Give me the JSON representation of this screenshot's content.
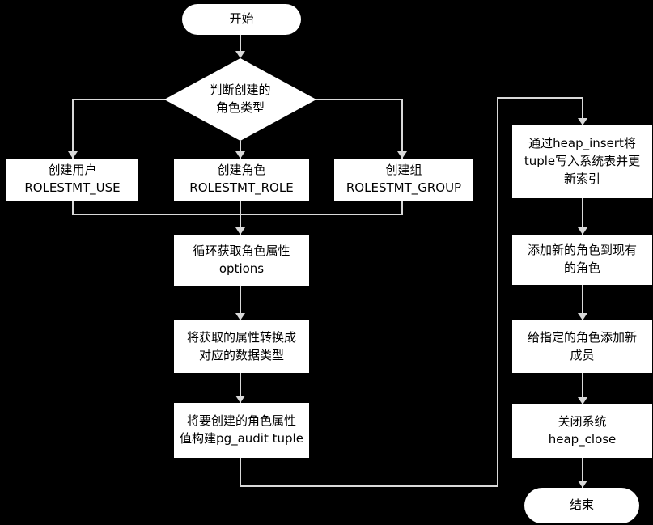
{
  "colors": {
    "background": "#000000",
    "node_fill": "#ffffff",
    "node_text": "#000000",
    "connector": "#d9d9d9"
  },
  "nodes": {
    "start": "开始",
    "decision": "判断创建的\n角色类型",
    "create_user": "创建用户\nROLESTMT_USE",
    "create_role": "创建角色\nROLESTMT_ROLE",
    "create_group": "创建组\nROLESTMT_GROUP",
    "loop_options": "循环获取角色属性\noptions",
    "convert_attrs": "将获取的属性转换成\n对应的数据类型",
    "build_tuple": "将要创建的角色属性\n值构建pg_audit tuple",
    "heap_insert": "通过heap_insert将\ntuple写入系统表并更\n新索引",
    "add_role": "添加新的角色到现有\n的角色",
    "add_member": "给指定的角色添加新\n成员",
    "heap_close": "关闭系统\nheap_close",
    "end": "结束"
  }
}
